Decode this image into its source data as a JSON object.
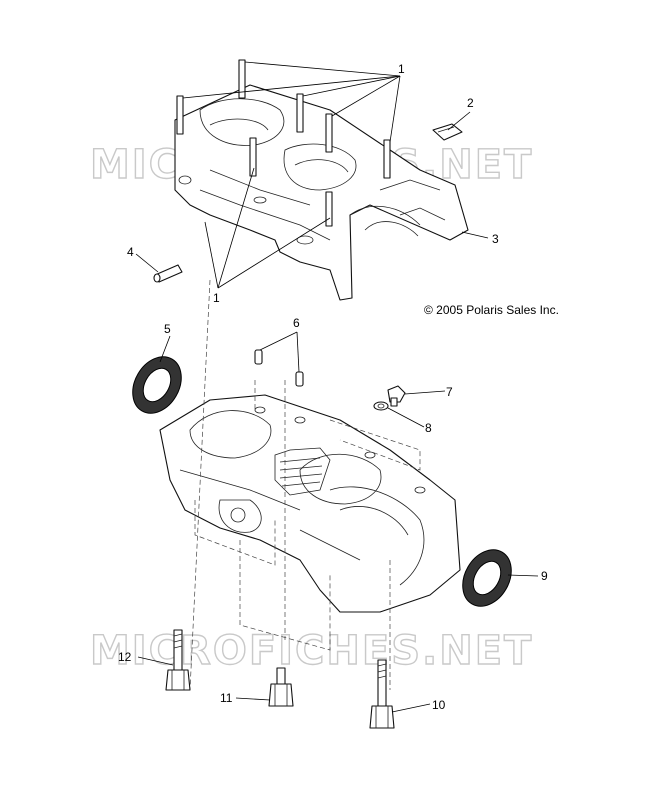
{
  "copyright": "© 2005 Polaris Sales Inc.",
  "watermark": "MICROFICHES.NET",
  "callouts": [
    {
      "id": "1a",
      "text": "1"
    },
    {
      "id": "1b",
      "text": "1"
    },
    {
      "id": "2",
      "text": "2"
    },
    {
      "id": "3",
      "text": "3"
    },
    {
      "id": "4",
      "text": "4"
    },
    {
      "id": "5",
      "text": "5"
    },
    {
      "id": "6",
      "text": "6"
    },
    {
      "id": "7",
      "text": "7"
    },
    {
      "id": "8",
      "text": "8"
    },
    {
      "id": "9",
      "text": "9"
    },
    {
      "id": "10",
      "text": "10"
    },
    {
      "id": "11",
      "text": "11"
    },
    {
      "id": "12",
      "text": "12"
    }
  ]
}
